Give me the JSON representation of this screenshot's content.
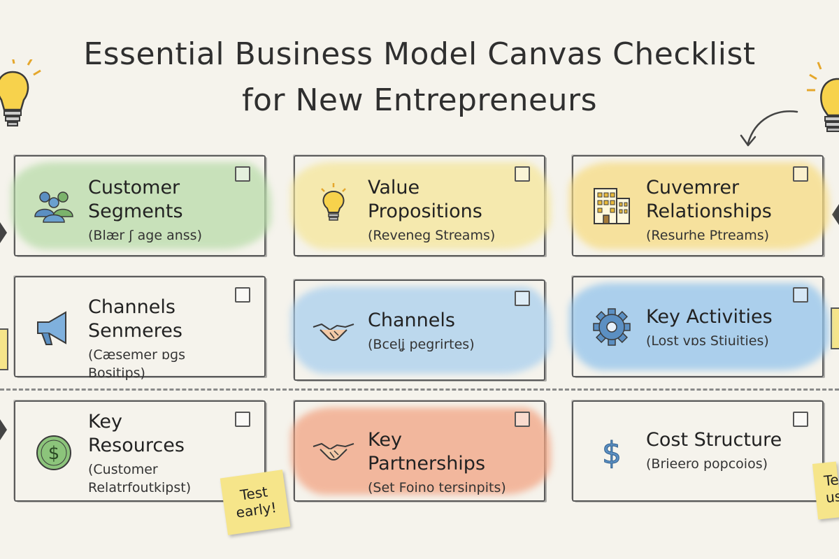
{
  "title": {
    "line1": "Essential Business Model Canvas Checklist",
    "line2": "for New Entrepreneurs"
  },
  "cards": [
    {
      "label_lines": [
        "Customer",
        "Segments"
      ],
      "subtitle_lines": [
        "(Blær ʃ age anss)"
      ],
      "icon": "people-group-icon",
      "wash_color": "#b9dcaa",
      "checked": false
    },
    {
      "label_lines": [
        "Value",
        "Propositions"
      ],
      "subtitle_lines": [
        "(Reveneg Streams)"
      ],
      "icon": "lightbulb-icon",
      "wash_color": "#f5e69a",
      "checked": false
    },
    {
      "label_lines": [
        "Cuvemrer",
        "Relationships"
      ],
      "subtitle_lines": [
        "(Resurhe Ptreams)"
      ],
      "icon": "building-icon",
      "wash_color": "#f7dc83",
      "checked": false
    },
    {
      "label_lines": [
        "Channels",
        "Senmeres"
      ],
      "subtitle_lines": [
        "(Cæsemer ɒɡs Bositips)"
      ],
      "icon": "megaphone-icon",
      "wash_color": "",
      "checked": false
    },
    {
      "label_lines": [
        "Channels"
      ],
      "subtitle_lines": [
        "(Bcelʝ pegrirtes)"
      ],
      "icon": "handshake-icon",
      "wash_color": "#a9cfee",
      "checked": false
    },
    {
      "label_lines": [
        "Key Activities"
      ],
      "subtitle_lines": [
        "(Lost vɒs Stiuities)"
      ],
      "icon": "gear-icon",
      "wash_color": "#93c4ec",
      "checked": false
    },
    {
      "label_lines": [
        "Key",
        "Resources"
      ],
      "subtitle_lines": [
        "(Customer",
        "Relatrfoutkipst)"
      ],
      "icon": "dollar-coin-icon",
      "wash_color": "",
      "checked": false
    },
    {
      "label_lines": [
        "Key Partnerships"
      ],
      "subtitle_lines": [
        "(Set Foino tersinpits)"
      ],
      "icon": "handshake-icon",
      "wash_color": "#f2a483",
      "checked": false
    },
    {
      "label_lines": [
        "Cost Structure"
      ],
      "subtitle_lines": [
        "(Brieero popcoios)"
      ],
      "icon": "dollar-sign-icon",
      "wash_color": "",
      "checked": false
    }
  ],
  "sticky_notes": [
    {
      "text_lines": [
        "Test",
        "early!"
      ]
    },
    {
      "text_lines": [
        "Te",
        "us"
      ]
    }
  ],
  "colors": {
    "background": "#f5f3ec",
    "ink": "#2c2c2c",
    "icon_blue": "#5b8fc2",
    "icon_green": "#7bb36b",
    "icon_yellow": "#e8b93a",
    "sticky": "#f6e58a"
  }
}
